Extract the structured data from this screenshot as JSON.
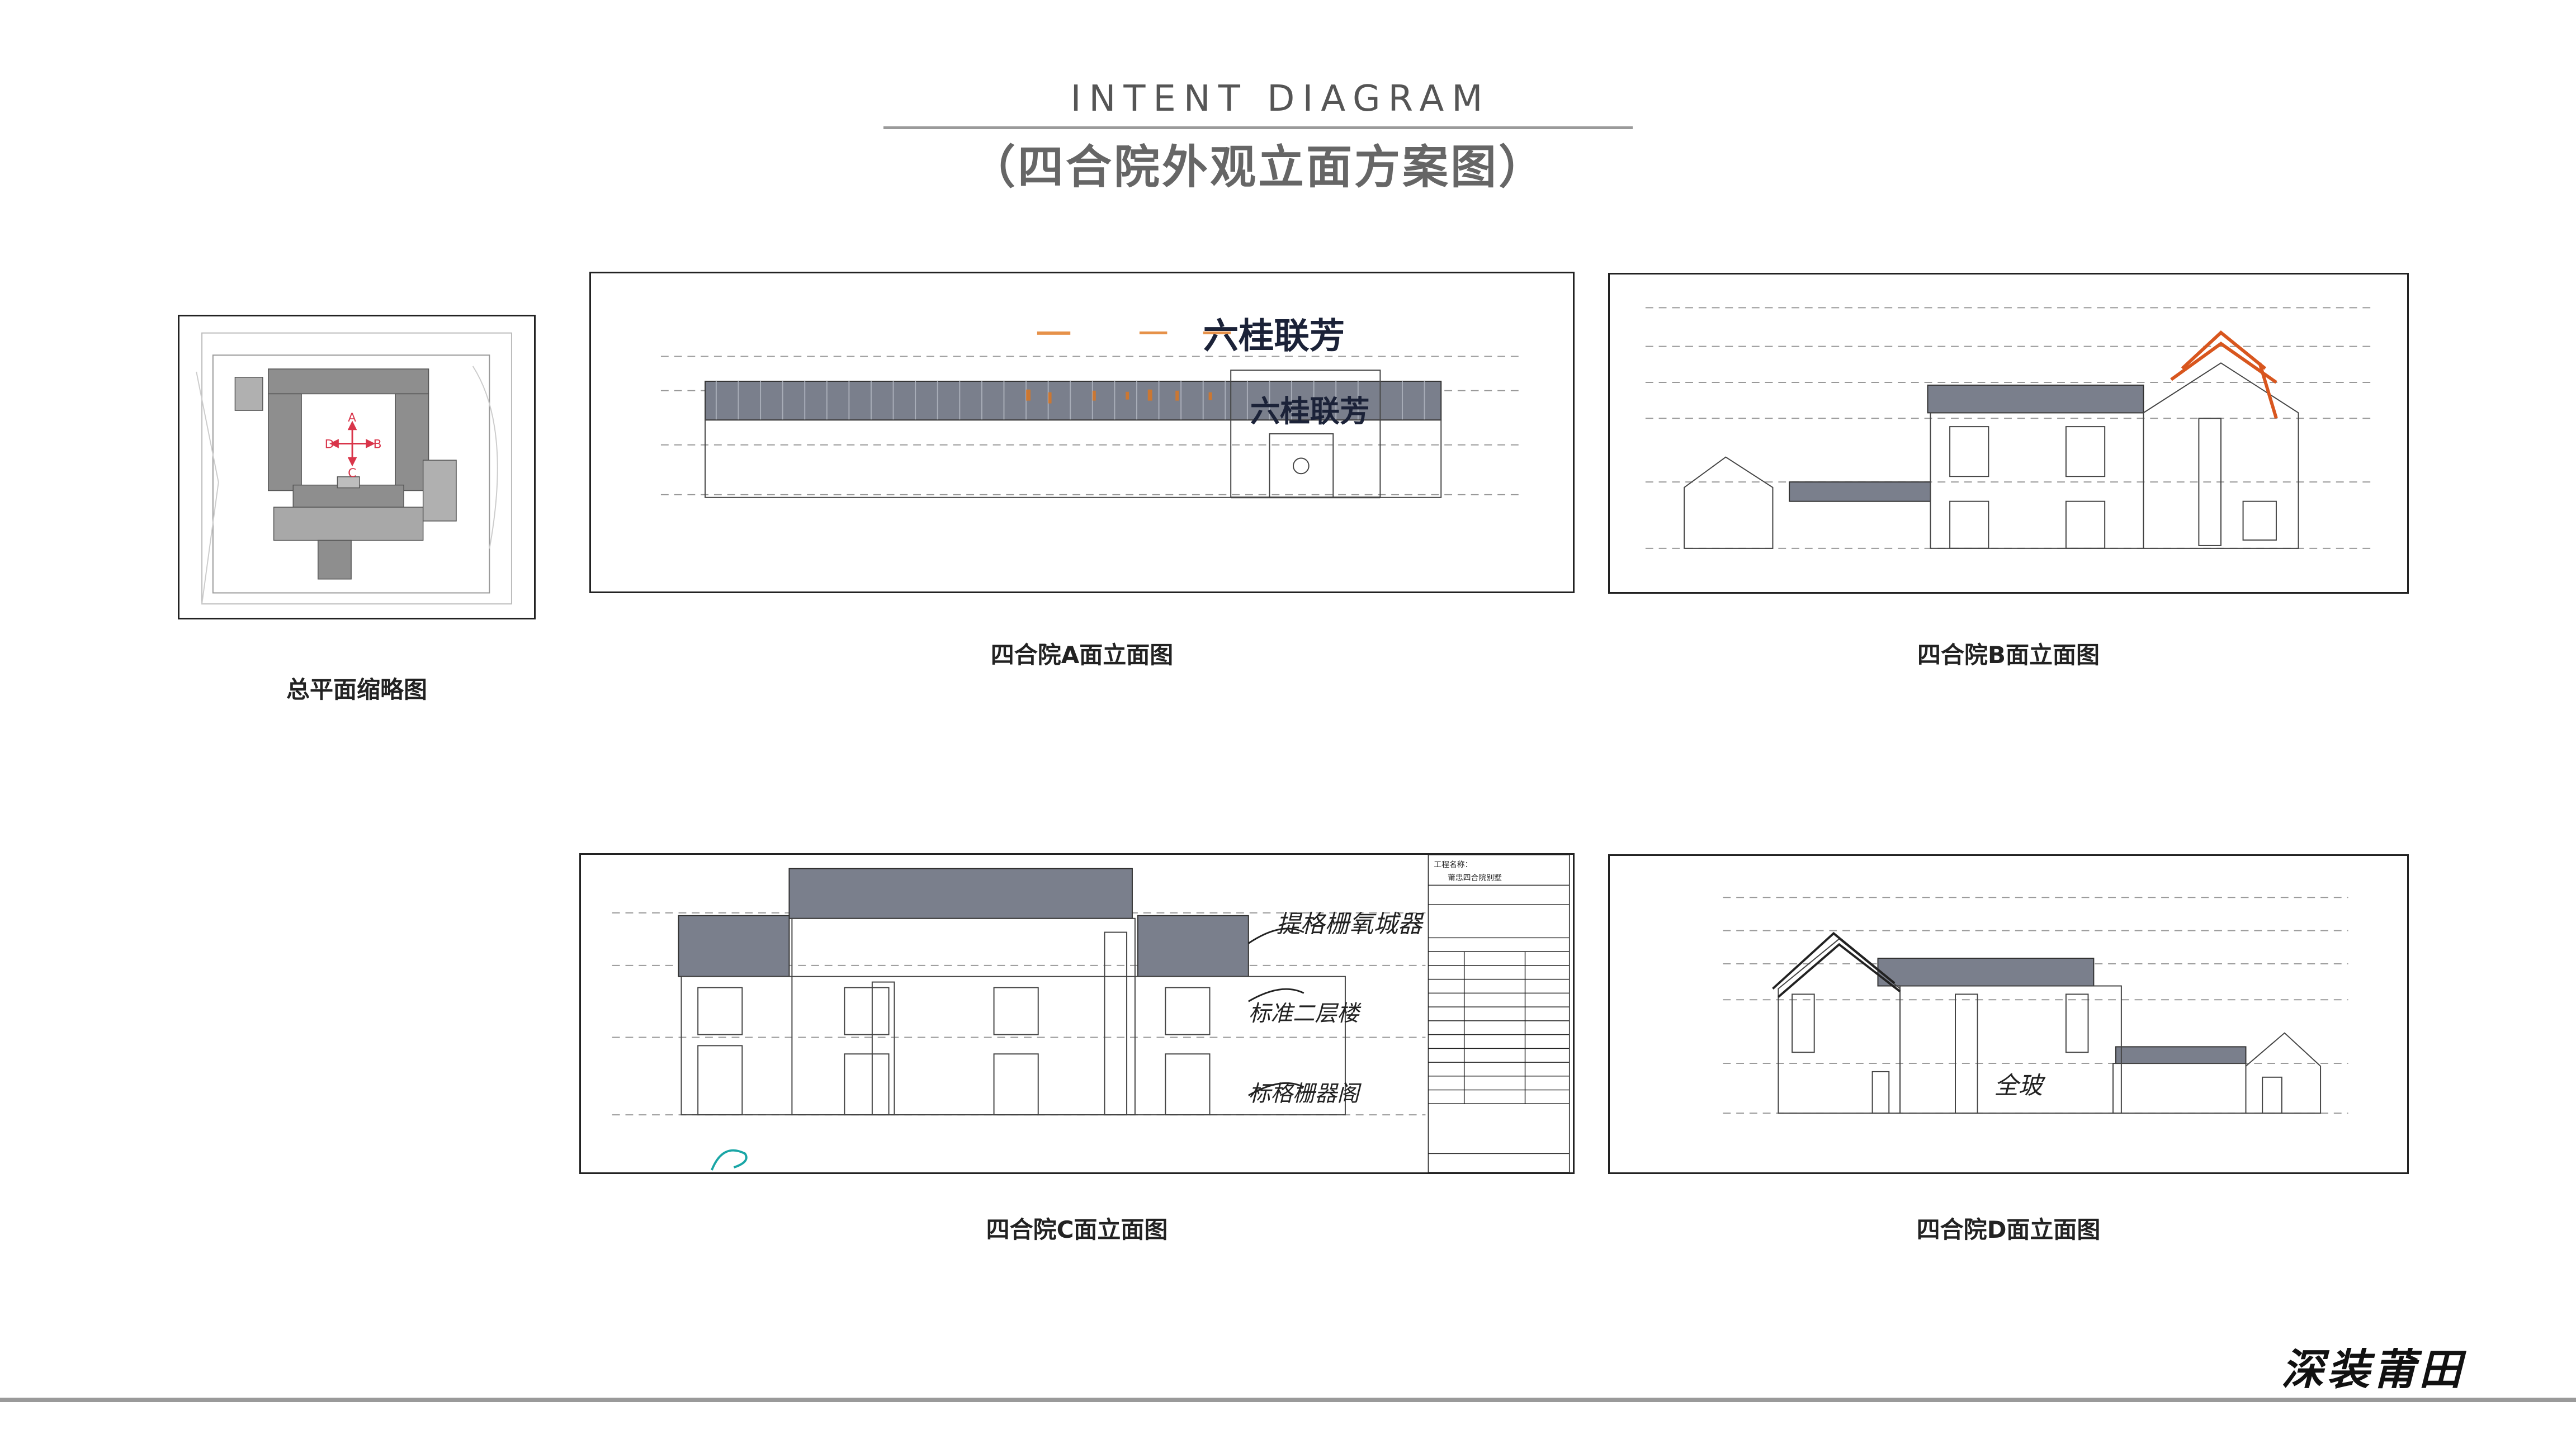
{
  "header": {
    "title_en": "Intent diagram",
    "title_cn": "（四合院外观立面方案图）"
  },
  "panels": {
    "site_plan": {
      "caption": "总平面缩略图",
      "compass": {
        "n": "A",
        "w": "D",
        "e": "B",
        "s": "C"
      }
    },
    "elevation_a": {
      "caption": "四合院A面立面图",
      "handwriting": [
        "六桂联芳",
        "六桂联芳"
      ]
    },
    "elevation_b": {
      "caption": "四合院B面立面图"
    },
    "elevation_c": {
      "caption": "四合院C面立面图",
      "title_block": {
        "project_label": "工程名称：",
        "project_name": "莆忠四合院别墅"
      },
      "handwriting": [
        "提格栅氧城器",
        "标准二层楼",
        "标格栅器阁"
      ]
    },
    "elevation_d": {
      "caption": "四合院D面立面图",
      "handwriting": [
        "全玻"
      ]
    }
  },
  "footer": {
    "signature": "深装莆田"
  },
  "colors": {
    "accent_red": "#d9354a",
    "accent_orange": "#d8561e",
    "roof_tile": "#7a7f8c",
    "title_rule": "#9a9a9a"
  }
}
